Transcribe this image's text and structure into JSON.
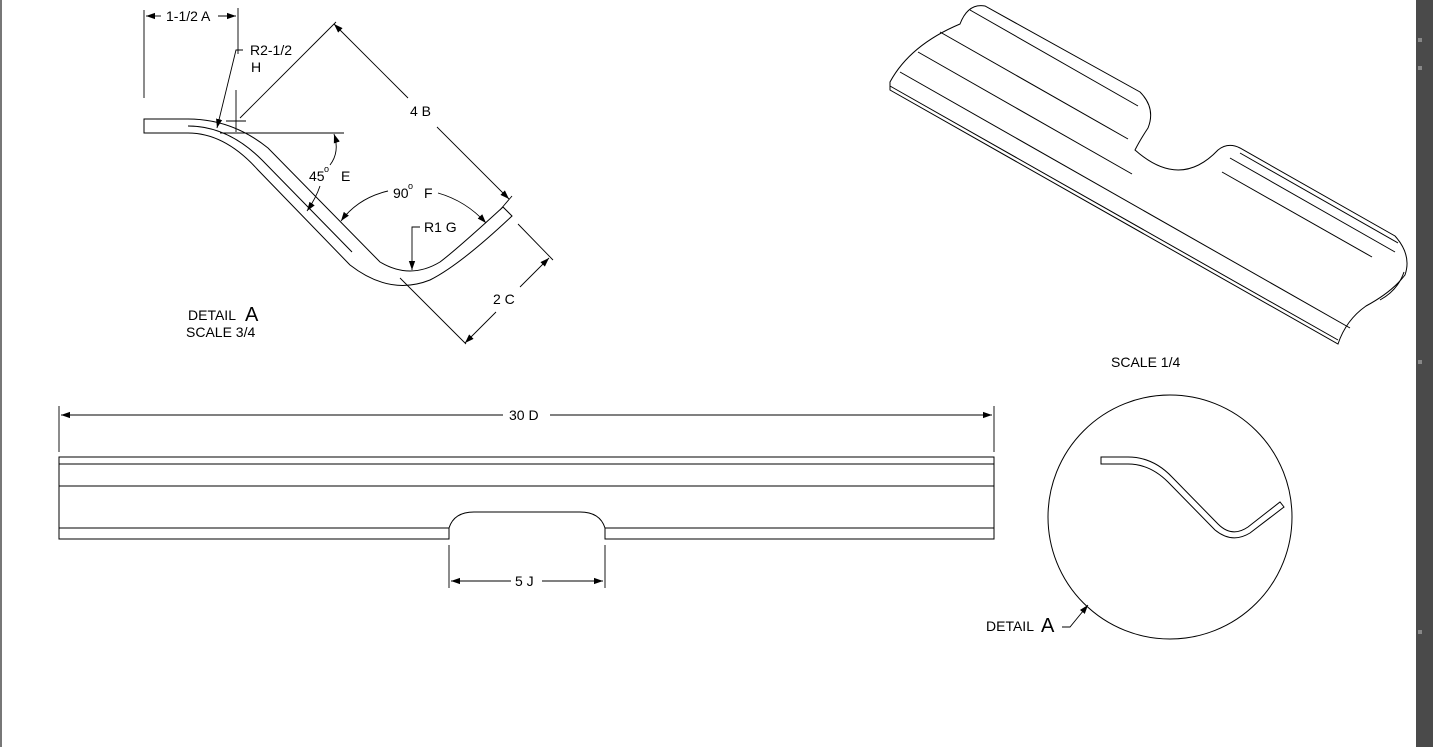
{
  "detail_a_view": {
    "dim_a": "1-1/2  A",
    "dim_h_line1": "R2-1/2",
    "dim_h_line2": "H",
    "dim_b": "4 B",
    "dim_e_value": "45",
    "dim_e_letter": "E",
    "dim_f_value": "90",
    "dim_f_letter": "F",
    "degree_mark": "o",
    "dim_g": "R1  G",
    "dim_c": "2  C",
    "title_word": "DETAIL",
    "title_letter": "A",
    "scale": "SCALE  3/4"
  },
  "isometric_view": {
    "scale": "SCALE  1/4"
  },
  "front_view": {
    "dim_d": "30  D",
    "dim_j": "5  J"
  },
  "detail_callout": {
    "label_word": "DETAIL",
    "label_letter": "A"
  },
  "colors": {
    "background": "#ffffff",
    "line": "#000000",
    "right_border": "#4a4a4a"
  }
}
